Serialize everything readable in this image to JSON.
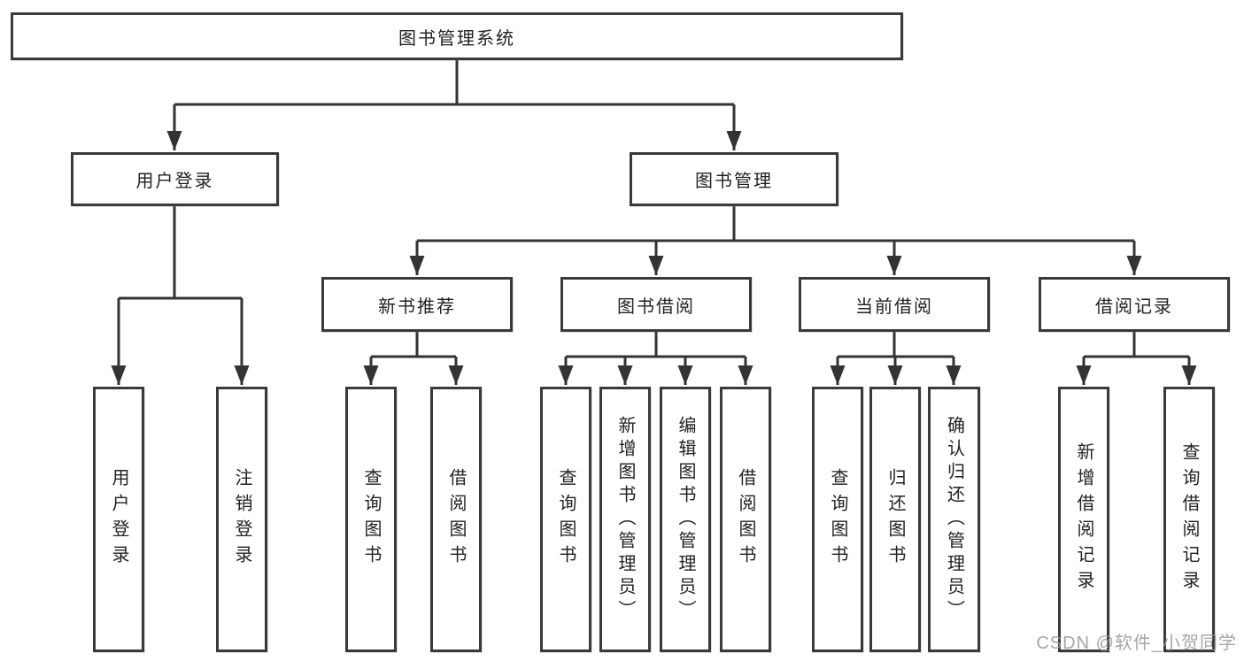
{
  "tree": {
    "root": {
      "label": "图书管理系统",
      "children": [
        {
          "label": "用户登录",
          "children": [
            {
              "label": "用户登录"
            },
            {
              "label": "注销登录"
            }
          ]
        },
        {
          "label": "图书管理",
          "children": [
            {
              "label": "新书推荐",
              "children": [
                {
                  "label": "查询图书"
                },
                {
                  "label": "借阅图书"
                }
              ]
            },
            {
              "label": "图书借阅",
              "children": [
                {
                  "label": "查询图书"
                },
                {
                  "label": "新增图书（管理员）"
                },
                {
                  "label": "编辑图书（管理员）"
                },
                {
                  "label": "借阅图书"
                }
              ]
            },
            {
              "label": "当前借阅",
              "children": [
                {
                  "label": "查询图书"
                },
                {
                  "label": "归还图书"
                },
                {
                  "label": "确认归还（管理员）"
                }
              ]
            },
            {
              "label": "借阅记录",
              "children": [
                {
                  "label": "新增借阅记录"
                },
                {
                  "label": "查询借阅记录"
                }
              ]
            }
          ]
        }
      ]
    }
  },
  "watermark": {
    "text": "CSDN @软件_小贺同学"
  },
  "colors": {
    "line": "#333333",
    "box_border": "#3a3a3a",
    "text": "#222222",
    "watermark": "#969696",
    "background": "#ffffff"
  }
}
